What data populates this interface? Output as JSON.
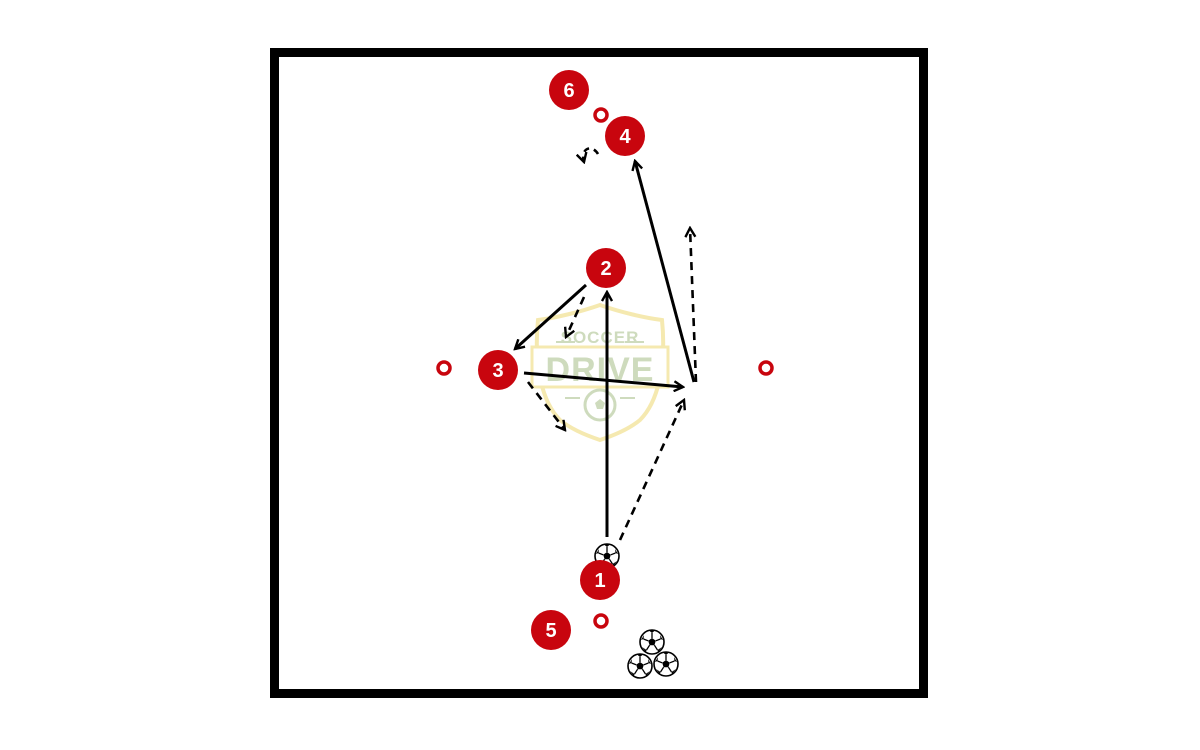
{
  "field": {
    "border_color": "#000000",
    "background": "#ffffff"
  },
  "colors": {
    "player": "#c8050e",
    "cone": "#c8050e",
    "pass_line": "#000000",
    "run_line": "#000000",
    "logo_gold": "#f5e7a8",
    "logo_green": "#c9d8b6"
  },
  "logo": {
    "top_text": "SOCCER",
    "main_text": "DRIVE"
  },
  "players": [
    {
      "label": "1"
    },
    {
      "label": "2"
    },
    {
      "label": "3"
    },
    {
      "label": "4"
    },
    {
      "label": "5"
    },
    {
      "label": "6"
    }
  ],
  "icons": {
    "ball": "soccer-ball-icon",
    "cone": "cone-marker-icon"
  }
}
